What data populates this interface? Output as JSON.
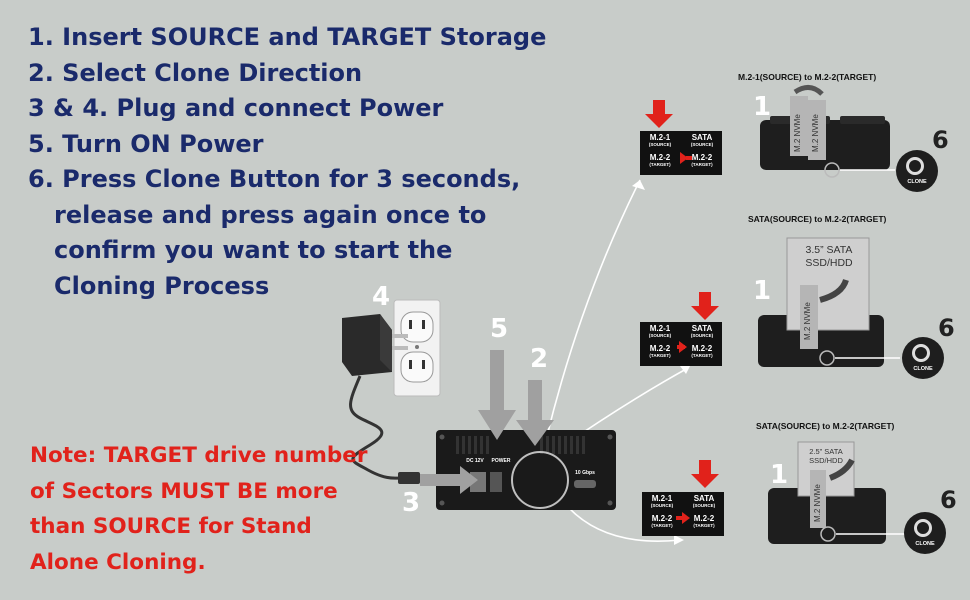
{
  "steps": [
    "1. Insert SOURCE and TARGET Storage",
    "2. Select Clone Direction",
    "3 & 4. Plug and connect Power",
    "5. Turn ON Power",
    "6. Press Clone Button for 3 seconds,",
    "release and press again once to",
    "confirm you want to start the",
    "Cloning Process"
  ],
  "note": [
    "Note: TARGET drive number",
    "of Sectors MUST BE more",
    "than SOURCE for Stand",
    "Alone Cloning."
  ],
  "callouts": {
    "n1": "1",
    "n2": "2",
    "n3": "3",
    "n4": "4",
    "n5": "5",
    "n6": "6"
  },
  "scenarios": [
    {
      "caption": "M.2-1(SOURCE) to M.2-2(TARGET)"
    },
    {
      "caption": "SATA(SOURCE) to M.2-2(TARGET)",
      "drive_label_line1": "3.5” SATA",
      "drive_label_line2": "SSD/HDD"
    },
    {
      "caption": "SATA(SOURCE) to M.2-2(TARGET)",
      "drive_label_line1": "2.5” SATA",
      "drive_label_line2": "SSD/HDD"
    }
  ],
  "drive_text": "M.2 NVMe",
  "clone_button_label": "CLONE",
  "switch_panel": {
    "left_top": "M.2-1",
    "left_top_sub": "(SOURCE)",
    "left_bottom": "M.2-2",
    "left_bottom_sub": "(TARGET)",
    "right_top": "SATA",
    "right_top_sub": "(SOURCE)",
    "right_bottom": "M.2-2",
    "right_bottom_sub": "(TARGET)"
  },
  "rear_panel": {
    "dc": "DC 12V",
    "power": "POWER",
    "speed": "10 Gbps"
  },
  "colors": {
    "step_text": "#1a2a6b",
    "note_text": "#e1221b",
    "background": "#c8ccc9",
    "arrow_red": "#e1221b"
  }
}
